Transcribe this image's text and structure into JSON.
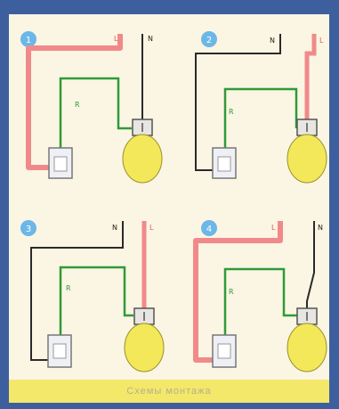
{
  "caption": "Схемы монтажа",
  "colors": {
    "background": "#3e5f9e",
    "panel": "#fbf5e3",
    "caption_bar": "#f3e86a",
    "phase_wire": "#f08a8a",
    "neutral_wire": "#2a2a2a",
    "switched_wire": "#2e9b3a",
    "lamp": "#f2e85a",
    "badge": "#6bb7e8"
  },
  "diagrams": [
    {
      "badge": "1",
      "neutral_label": "N",
      "phase_label": "L",
      "switch_label": "R"
    },
    {
      "badge": "2",
      "neutral_label": "N",
      "phase_label": "L",
      "switch_label": "R"
    },
    {
      "badge": "3",
      "neutral_label": "N",
      "phase_label": "L",
      "switch_label": "R"
    },
    {
      "badge": "4",
      "neutral_label": "N",
      "phase_label": "L",
      "switch_label": "R"
    }
  ]
}
